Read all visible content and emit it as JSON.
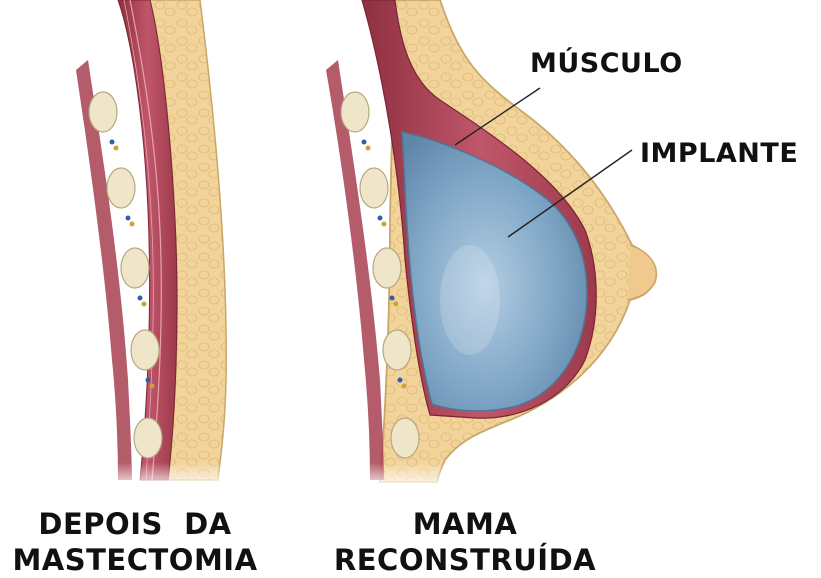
{
  "labels": {
    "muscle": "MÚSCULO",
    "implant": "IMPLANTE"
  },
  "captions": {
    "left_line1": "DEPOIS  DA",
    "left_line2": "MASTECTOMIA",
    "right_line1": "MAMA",
    "right_line2": "RECONSTRUÍDA"
  },
  "colors": {
    "fat": "#f2d49b",
    "fat_outline": "#c9a768",
    "muscle": "#b9475a",
    "muscle_dark": "#8e2f40",
    "implant": "#7fa6c6",
    "implant_light": "#c8dced",
    "rib": "#efe6c9",
    "background": "#ffffff"
  }
}
